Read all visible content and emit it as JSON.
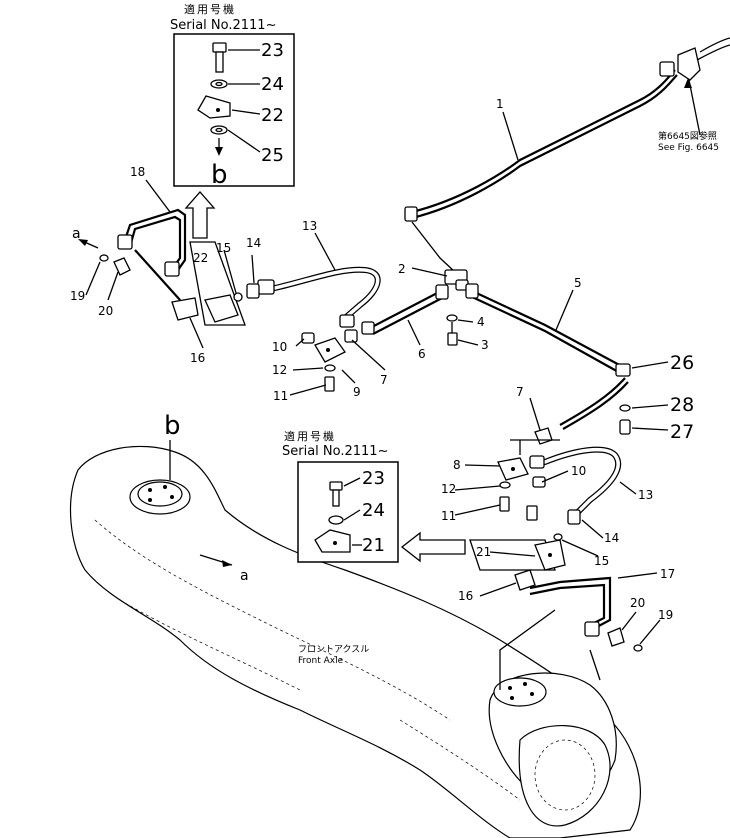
{
  "inset_top": {
    "jp_title": "適用号機",
    "serial": "Serial  No.2111~",
    "labels": [
      "23",
      "24",
      "22",
      "25"
    ],
    "letter": "b"
  },
  "inset_mid": {
    "jp_title": "適用号機",
    "serial": "Serial  No.2111~",
    "labels": [
      "23",
      "24",
      "21"
    ]
  },
  "see_fig": {
    "jp": "第6645図参照",
    "en": "See Fig. 6645"
  },
  "front_axle": {
    "jp": "フロントアクスル",
    "en": "Front  Axle"
  },
  "letters": {
    "a_left": "a",
    "b_axle": "b",
    "a_axle": "a"
  },
  "callouts": {
    "c1": "1",
    "c2": "2",
    "c4": "4",
    "c3": "3",
    "c5": "5",
    "c6": "6",
    "c7a": "7",
    "c7b": "7",
    "c8": "8",
    "c9": "9",
    "c10a": "10",
    "c10b": "10",
    "c11a": "11",
    "c11b": "11",
    "c12a": "12",
    "c12b": "12",
    "c13a": "13",
    "c13b": "13",
    "c14a": "14",
    "c14b": "14",
    "c15a": "15",
    "c15b": "15",
    "c16a": "16",
    "c16b": "16",
    "c17": "17",
    "c18": "18",
    "c19a": "19",
    "c19b": "19",
    "c20a": "20",
    "c20b": "20",
    "c21": "21",
    "c22": "22",
    "c26": "26",
    "c27": "27",
    "c28": "28"
  }
}
